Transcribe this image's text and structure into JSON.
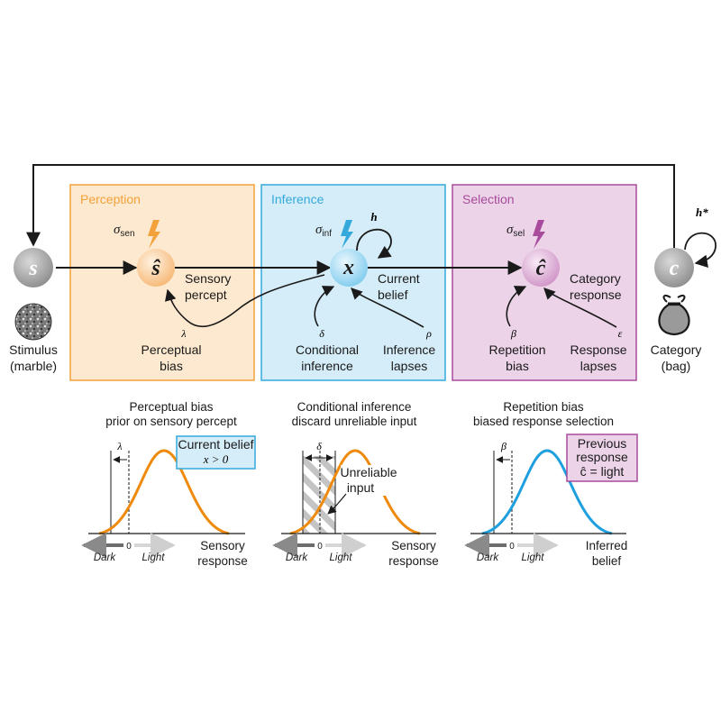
{
  "stages": {
    "perception": {
      "title": "Perception",
      "noise": "sen",
      "node": "ŝ",
      "node_label": [
        "Sensory",
        "percept"
      ],
      "param": "λ",
      "param_label": [
        "Perceptual",
        "bias"
      ]
    },
    "inference": {
      "title": "Inference",
      "noise": "inf",
      "node": "x",
      "node_label": [
        "Current",
        "belief"
      ],
      "self_param": "h",
      "param1": "δ",
      "param1_label": [
        "Conditional",
        "inference"
      ],
      "param2": "ρ",
      "param2_label": [
        "Inference",
        "lapses"
      ]
    },
    "selection": {
      "title": "Selection",
      "noise": "sel",
      "node": "ĉ",
      "node_label": [
        "Category",
        "response"
      ],
      "param1": "β",
      "param1_label": [
        "Repetition",
        "bias"
      ],
      "param2": "ε",
      "param2_label": [
        "Response",
        "lapses"
      ]
    }
  },
  "sigma": "σ",
  "stimulus": {
    "node": "s",
    "label": [
      "Stimulus",
      "(marble)"
    ]
  },
  "category": {
    "node": "c",
    "self_param": "h*",
    "label": [
      "Category",
      "(bag)"
    ]
  },
  "panels": {
    "perceptual": {
      "title": [
        "Perceptual bias",
        "prior on sensory percept"
      ],
      "param": "λ",
      "box": [
        "Current belief",
        "x > 0"
      ],
      "xlabel": [
        "Sensory",
        "response"
      ]
    },
    "conditional": {
      "title": [
        "Conditional inference",
        "discard unreliable input"
      ],
      "param": "δ",
      "annotation": [
        "Unreliable",
        "input"
      ],
      "xlabel": [
        "Sensory",
        "response"
      ]
    },
    "repetition": {
      "title": [
        "Repetition bias",
        "biased response selection"
      ],
      "param": "β",
      "box": [
        "Previous",
        "response",
        "ĉ = light"
      ],
      "xlabel": [
        "Inferred",
        "belief"
      ]
    }
  },
  "axis": {
    "dark": "Dark",
    "light": "Light",
    "zero": "0"
  },
  "colors": {
    "perception": "#f3a13a",
    "perception_bg": "#fde9cf",
    "inference": "#35a9dc",
    "inference_bg": "#d5edf8",
    "selection": "#a84b9c",
    "selection_bg": "#ecd3e8",
    "orange_curve": "#ef8a0c",
    "blue_curve": "#1ea0df",
    "node_gray": "#9a9a9a"
  }
}
